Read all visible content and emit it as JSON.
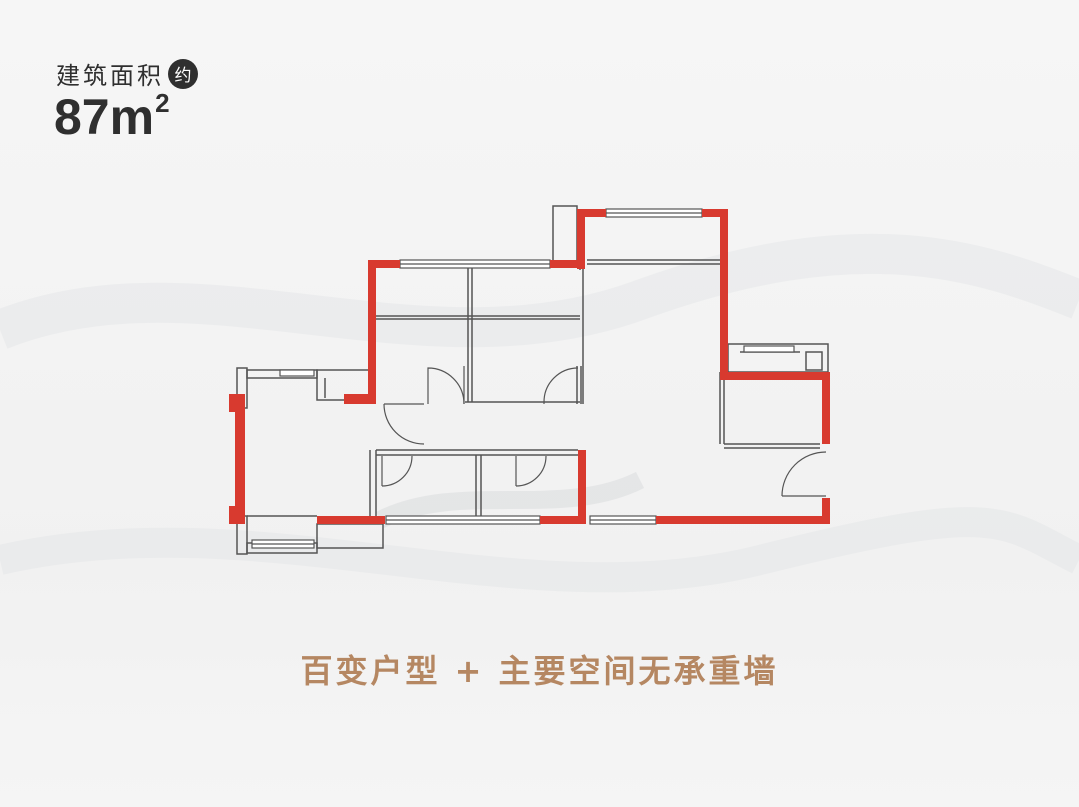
{
  "header": {
    "area_label": "建筑面积",
    "area_badge": "约",
    "area_value": "87m",
    "area_unit_sup": "2"
  },
  "slogan": "百变户型  +  主要空间无承重墙",
  "colors": {
    "bearing_wall": "#d83a2f",
    "partition": "#555555",
    "slogan": "#b58762",
    "text": "#2f2f2f",
    "background": "#f3f3f3"
  }
}
